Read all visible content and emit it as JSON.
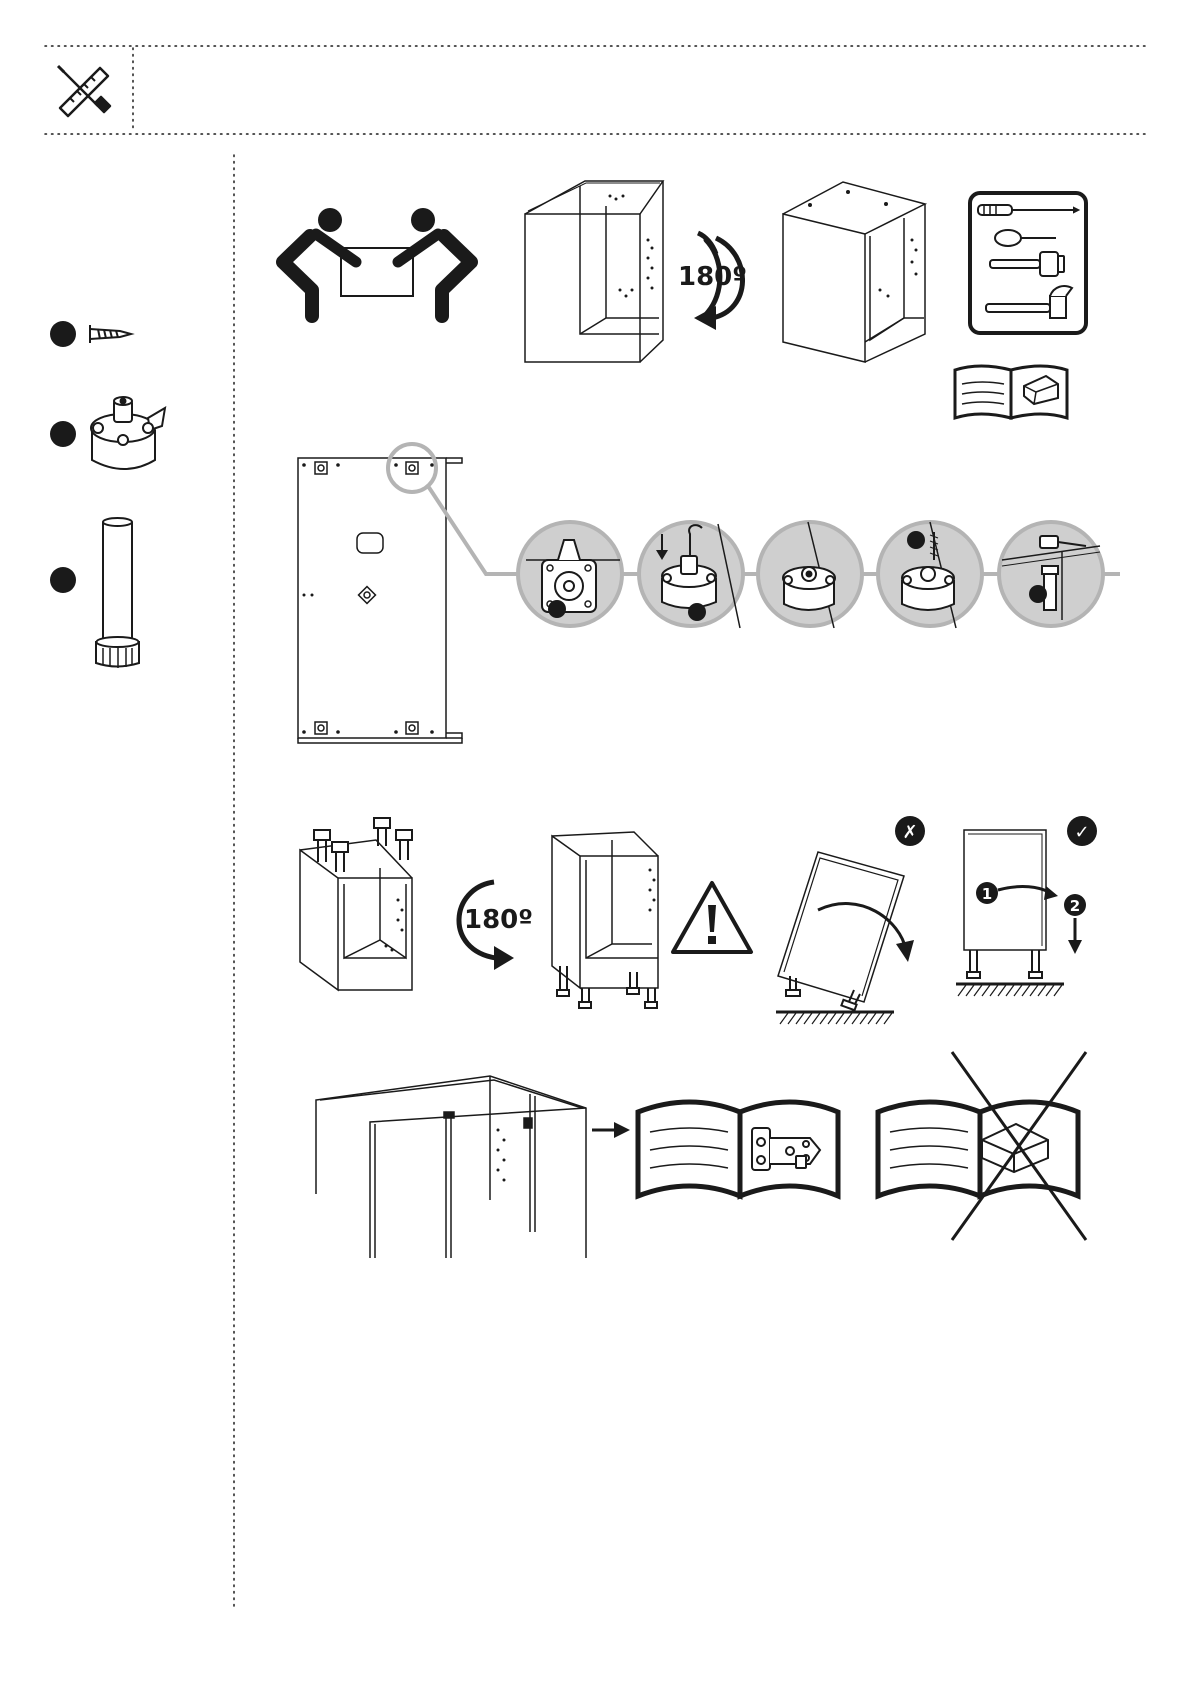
{
  "header": {
    "tools_icon": "ruler-screwdriver-icon"
  },
  "step1": {
    "rotation_label": "180º"
  },
  "step3": {
    "rotation_label": "180º",
    "wrong_mark": "✗",
    "right_mark": "✓",
    "order_1": "1",
    "order_2": "2"
  },
  "colors": {
    "ink": "#1a1a1a",
    "detail_gray": "#cfcfcf",
    "detail_ring": "#b4b4b4",
    "paper": "#ffffff"
  }
}
